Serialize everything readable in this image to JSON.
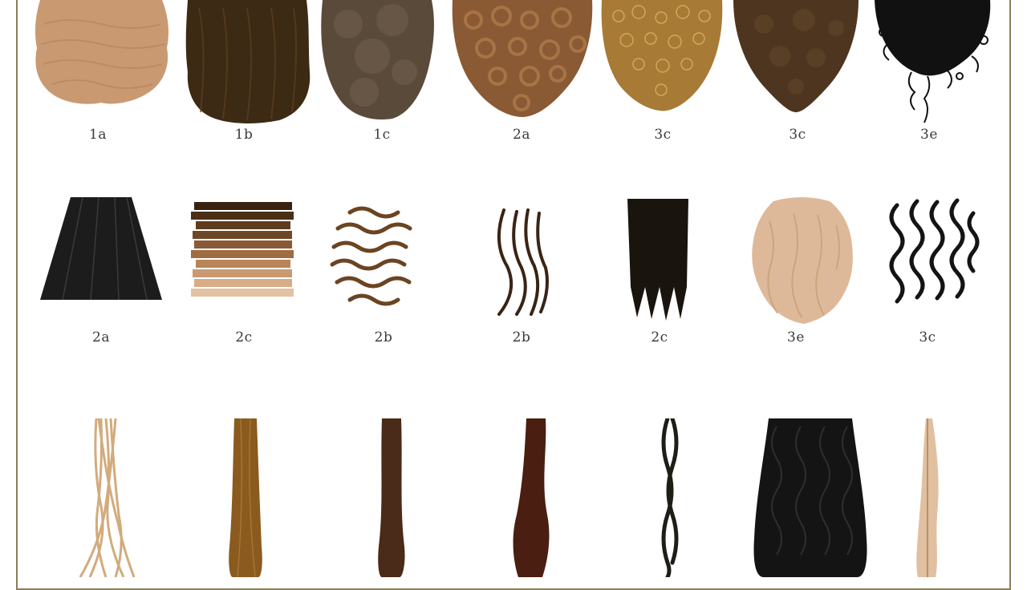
{
  "row1": {
    "labels": [
      "1a",
      "1b",
      "1c",
      "2a",
      "3c",
      "3c",
      "3e"
    ],
    "colors": [
      "#c99a72",
      "#3d2a14",
      "#5a4a3a",
      "#8a5a34",
      "#a77a36",
      "#4d3520",
      "#111111"
    ]
  },
  "row2": {
    "labels": [
      "2a",
      "2c",
      "2b",
      "2b",
      "2c",
      "3e",
      "3c"
    ],
    "colors": [
      "#1c1c1c",
      "#8a5a34",
      "#6b4422",
      "#3a2414",
      "#1a140e",
      "#ddb99a",
      "#141414"
    ]
  },
  "row3": {
    "colors": [
      "#d2ab7c",
      "#8a5a1e",
      "#4a2a18",
      "#4a1e10",
      "#1e1e14",
      "#141414",
      "#e0c0a0"
    ]
  }
}
